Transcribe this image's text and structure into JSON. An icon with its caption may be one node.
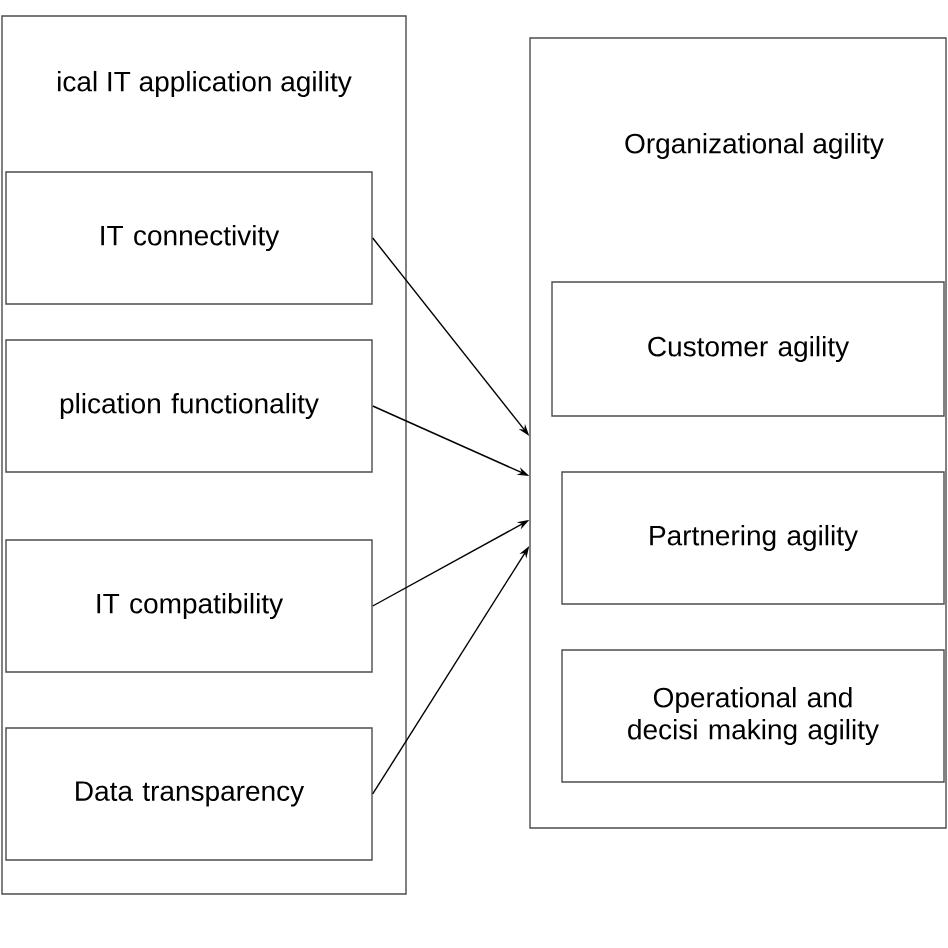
{
  "diagram": {
    "nodes": [
      {
        "text": [
          "ical IT application agility"
        ]
      },
      {
        "text": [
          "IT connectivity"
        ],
        "in": 0
      },
      {
        "text": [
          "plication functionality"
        ],
        "in": 0
      },
      {
        "text": [
          "IT compatibility"
        ],
        "in": 0
      },
      {
        "text": [
          "Data transparency"
        ],
        "in": 0
      },
      {
        "text": [
          "Organizational agility"
        ]
      },
      {
        "text": [
          "Customer agility"
        ],
        "in": 5
      },
      {
        "text": [
          "Partnering agility"
        ],
        "in": 5
      },
      {
        "text": [
          "Operational and decisi making agility"
        ],
        "in": 5
      }
    ],
    "edges": [
      {
        "from": 1,
        "to": 5,
        "arrow": "to"
      },
      {
        "from": 2,
        "to": 5,
        "arrow": "to"
      },
      {
        "from": 3,
        "to": 5,
        "arrow": "to"
      },
      {
        "from": 4,
        "to": 5,
        "arrow": "to"
      }
    ]
  }
}
